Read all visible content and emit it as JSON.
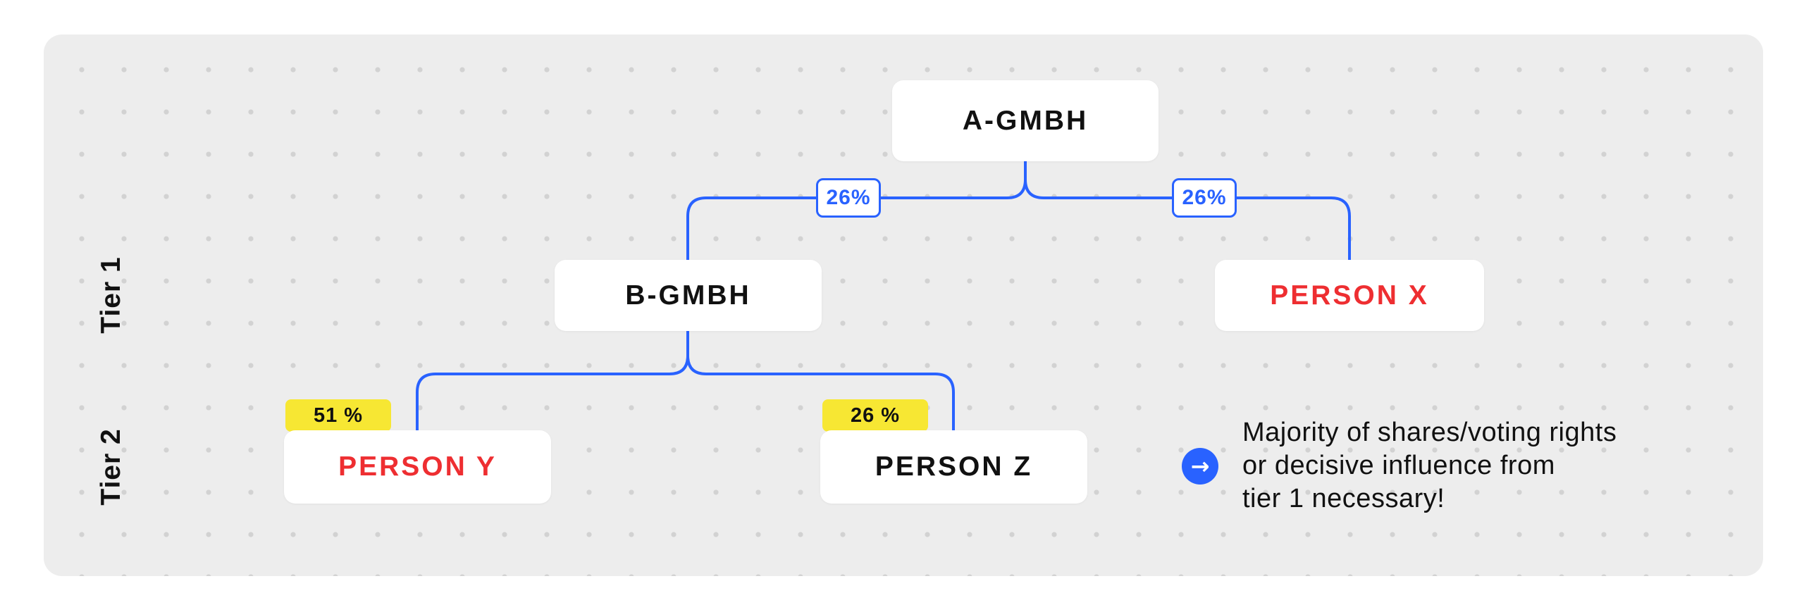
{
  "tiers": [
    {
      "label": "Tier 1"
    },
    {
      "label": "Tier 2"
    }
  ],
  "nodes": {
    "a": {
      "label": "A-GMBH",
      "text_color": "#111111"
    },
    "b": {
      "label": "B-GMBH",
      "text_color": "#111111"
    },
    "x": {
      "label": "PERSON X",
      "text_color": "#ee2e31"
    },
    "y": {
      "label": "PERSON Y",
      "text_color": "#ee2e31"
    },
    "z": {
      "label": "PERSON Z",
      "text_color": "#111111"
    }
  },
  "edges": {
    "a_b": {
      "label": "26%"
    },
    "a_x": {
      "label": "26%"
    },
    "b_y": {
      "label": "51 %"
    },
    "b_z": {
      "label": "26 %"
    }
  },
  "legend": {
    "icon": "arrow-right-icon",
    "line1": "Majority of shares/voting rights",
    "line2": "or decisive influence from",
    "line3": "tier 1 necessary!"
  },
  "colors": {
    "connector_blue": "#2962ff",
    "highlight_red": "#ee2e31",
    "badge_yellow": "#f7e733",
    "panel_gray": "#ededed"
  }
}
